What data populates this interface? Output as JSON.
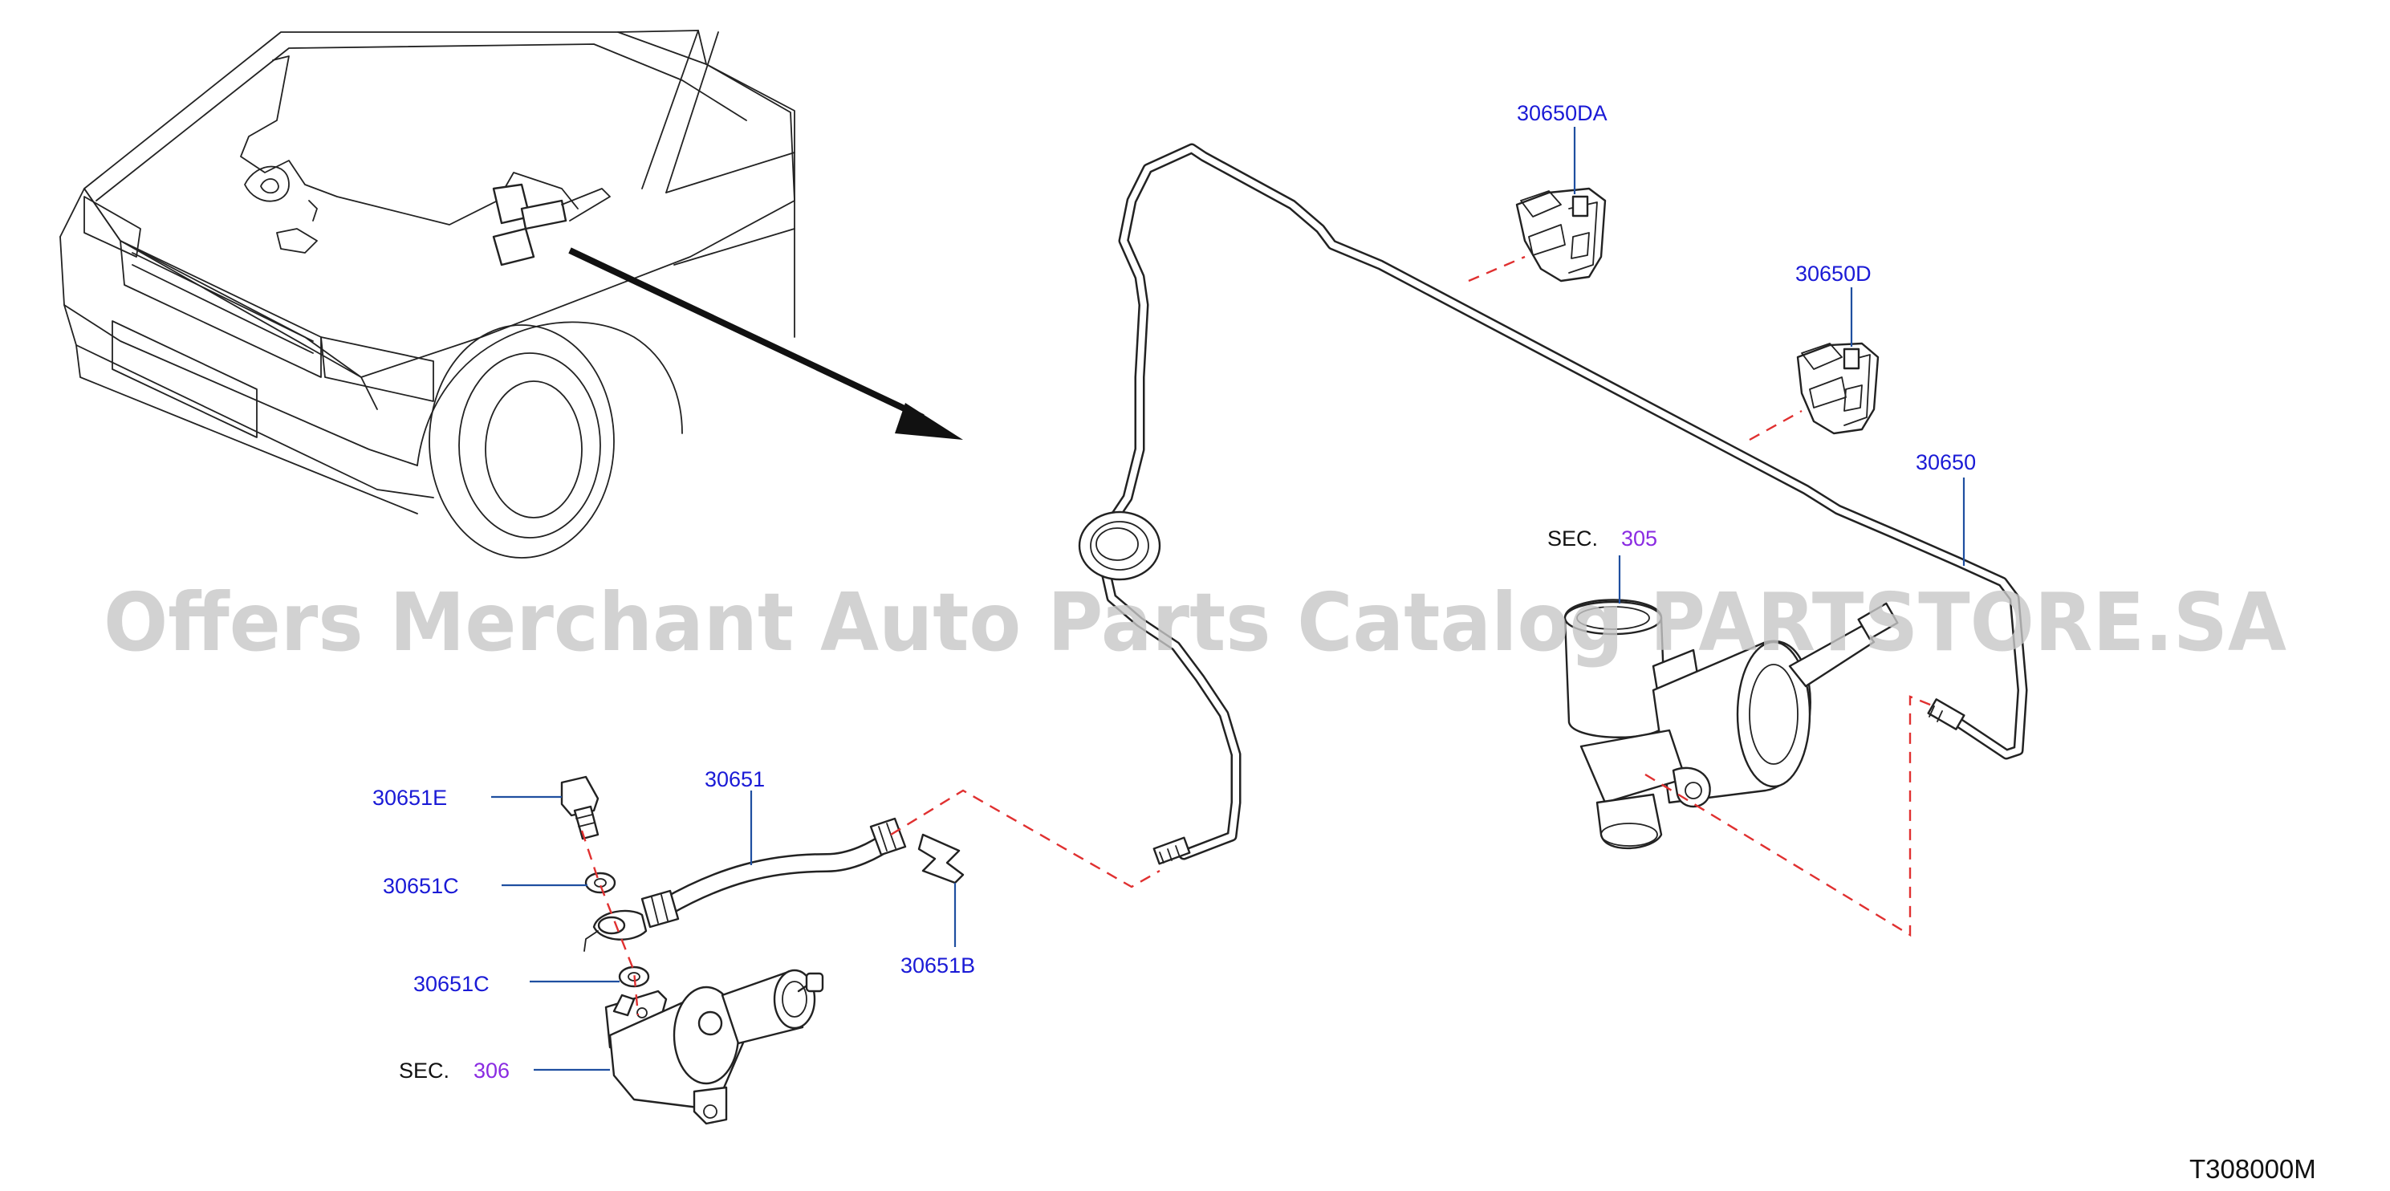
{
  "watermark": "Offers Merchant Auto Parts Catalog PARTSTORE.SA",
  "diagram_code": "T308000M",
  "colors": {
    "part_label": "#1a1ad6",
    "section_ref": "#8a2be2",
    "leader_line": "#1f4fa0",
    "dashed_guide": "#e03030",
    "watermark": "#c8c8c8"
  },
  "parts": {
    "bracket_da": "30650DA",
    "bracket_d": "30650D",
    "clutch_tube": "30650",
    "hose": "30651",
    "bolt": "30651E",
    "washer_upper": "30651C",
    "washer_lower": "30651C",
    "clip": "30651B"
  },
  "sections": {
    "master": {
      "prefix": "SEC.",
      "number": "305"
    },
    "operating": {
      "prefix": "SEC.",
      "number": "306"
    }
  }
}
